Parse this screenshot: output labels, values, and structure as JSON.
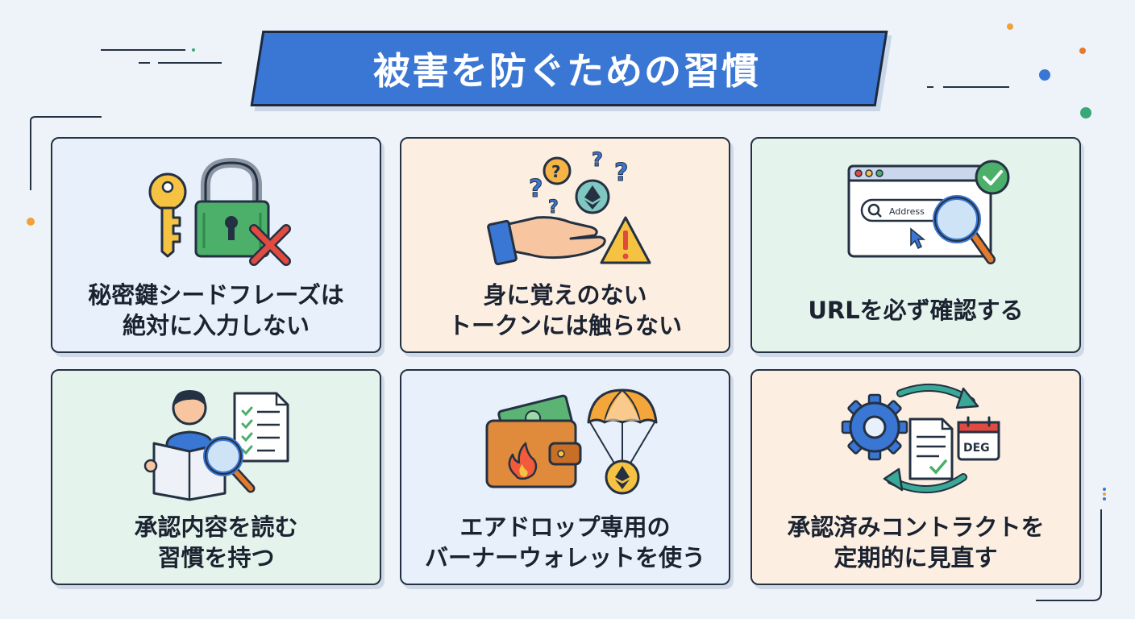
{
  "title": "被害を防ぐための習慣",
  "cards": [
    {
      "lines": [
        "秘密鍵シードフレーズは",
        "絶対に入力しない"
      ]
    },
    {
      "lines": [
        "身に覚えのない",
        "トークンには触らない"
      ]
    },
    {
      "lines": [
        "URLを必ず確認する"
      ],
      "address_text": "Address"
    },
    {
      "lines": [
        "承認内容を読む",
        "習慣を持つ"
      ]
    },
    {
      "lines": [
        "エアドロップ専用の",
        "バーナーウォレットを使う"
      ]
    },
    {
      "lines": [
        "承認済みコントラクトを",
        "定期的に見直す"
      ],
      "calendar_text": "DEG"
    }
  ],
  "colors": {
    "title_bg": "#3a76d3",
    "card_blue": "#e8f0fb",
    "card_peach": "#fcefe2",
    "card_mint": "#e4f4ec",
    "outline": "#243142"
  }
}
